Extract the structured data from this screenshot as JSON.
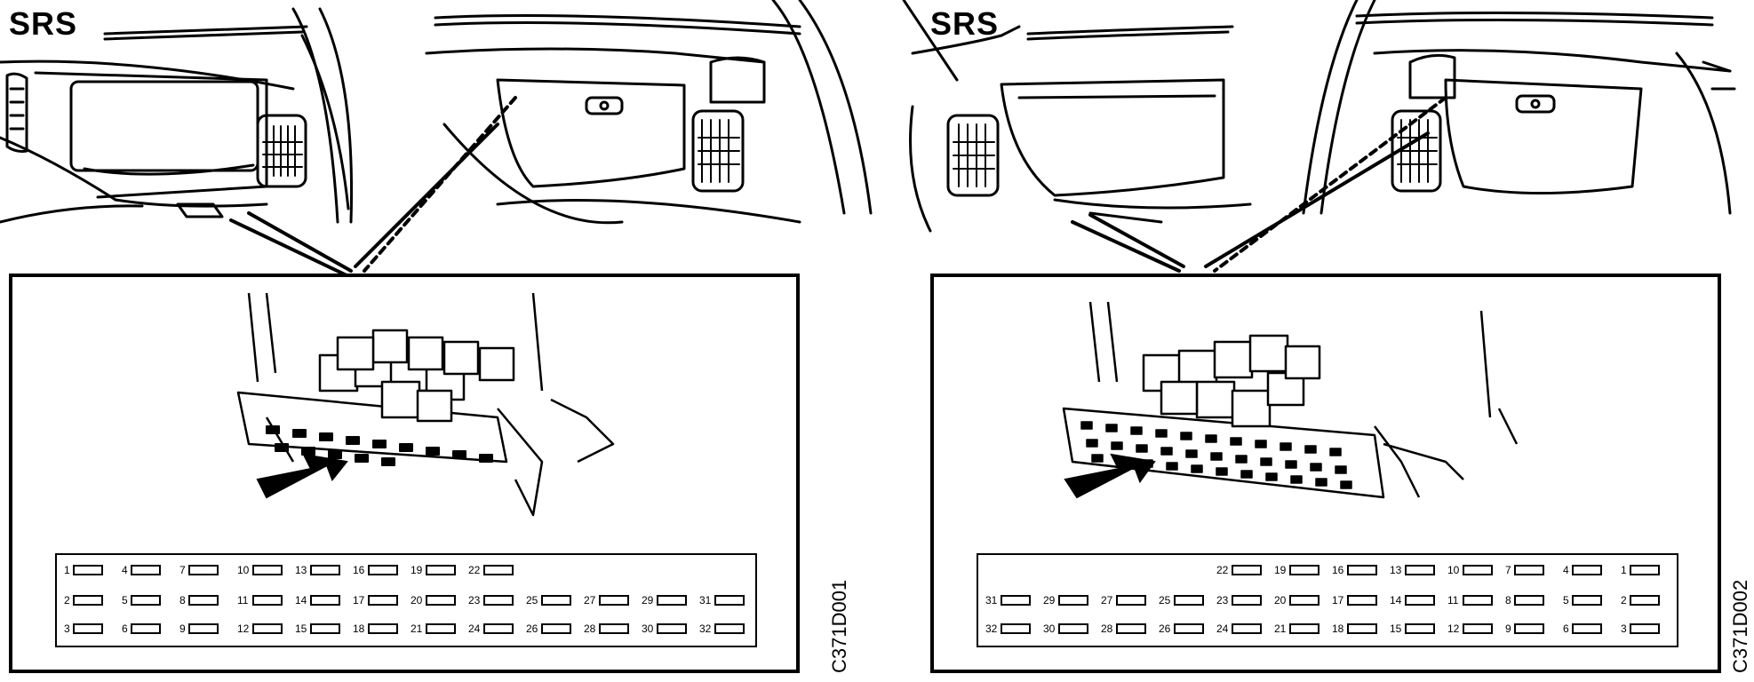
{
  "panels": [
    {
      "id": "left",
      "srs_label": "SRS",
      "figure_code": "C371D001",
      "fuse_rows": [
        [
          "1",
          "4",
          "7",
          "10",
          "13",
          "16",
          "19",
          "22"
        ],
        [
          "2",
          "5",
          "8",
          "11",
          "14",
          "17",
          "20",
          "23",
          "25",
          "27",
          "29",
          "31"
        ],
        [
          "3",
          "6",
          "9",
          "12",
          "15",
          "18",
          "21",
          "24",
          "26",
          "28",
          "30",
          "32"
        ]
      ]
    },
    {
      "id": "right",
      "srs_label": "SRS",
      "figure_code": "C371D002",
      "fuse_rows": [
        [
          "22",
          "19",
          "16",
          "13",
          "10",
          "7",
          "4",
          "1"
        ],
        [
          "31",
          "29",
          "27",
          "25",
          "23",
          "20",
          "17",
          "14",
          "11",
          "8",
          "5",
          "2"
        ],
        [
          "32",
          "30",
          "28",
          "26",
          "24",
          "21",
          "18",
          "15",
          "12",
          "9",
          "6",
          "3"
        ]
      ]
    }
  ],
  "colors": {
    "ink": "#000000",
    "paper": "#ffffff"
  },
  "icons": [
    "arrow-icon",
    "relay-icon",
    "vent-grille-icon",
    "glovebox-handle-icon"
  ]
}
